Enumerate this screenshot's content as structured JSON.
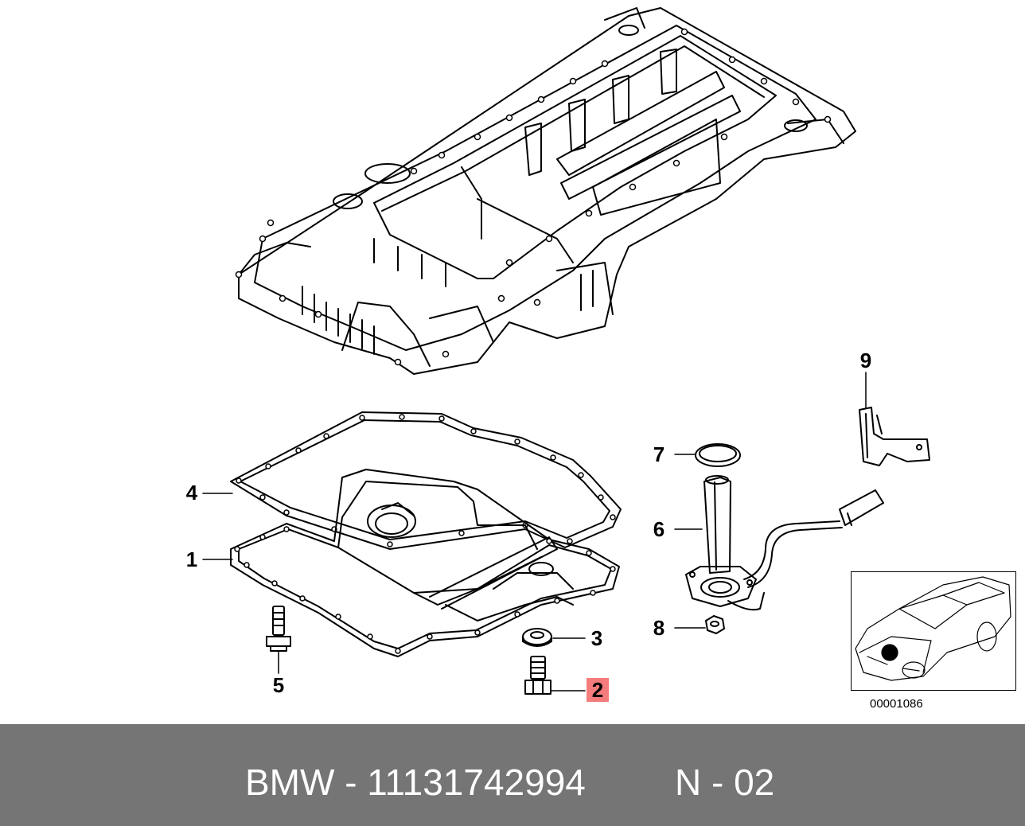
{
  "callouts": {
    "c1": "1",
    "c2": "2",
    "c3": "3",
    "c4": "4",
    "c5": "5",
    "c6": "6",
    "c7": "7",
    "c8": "8",
    "c9": "9"
  },
  "highlight_color": "#f47c7c",
  "inset": {
    "ref_code": "00001086"
  },
  "footer": {
    "part_label": "BMW - 11131742994",
    "page_code": "N - 02",
    "background": "#757575"
  }
}
